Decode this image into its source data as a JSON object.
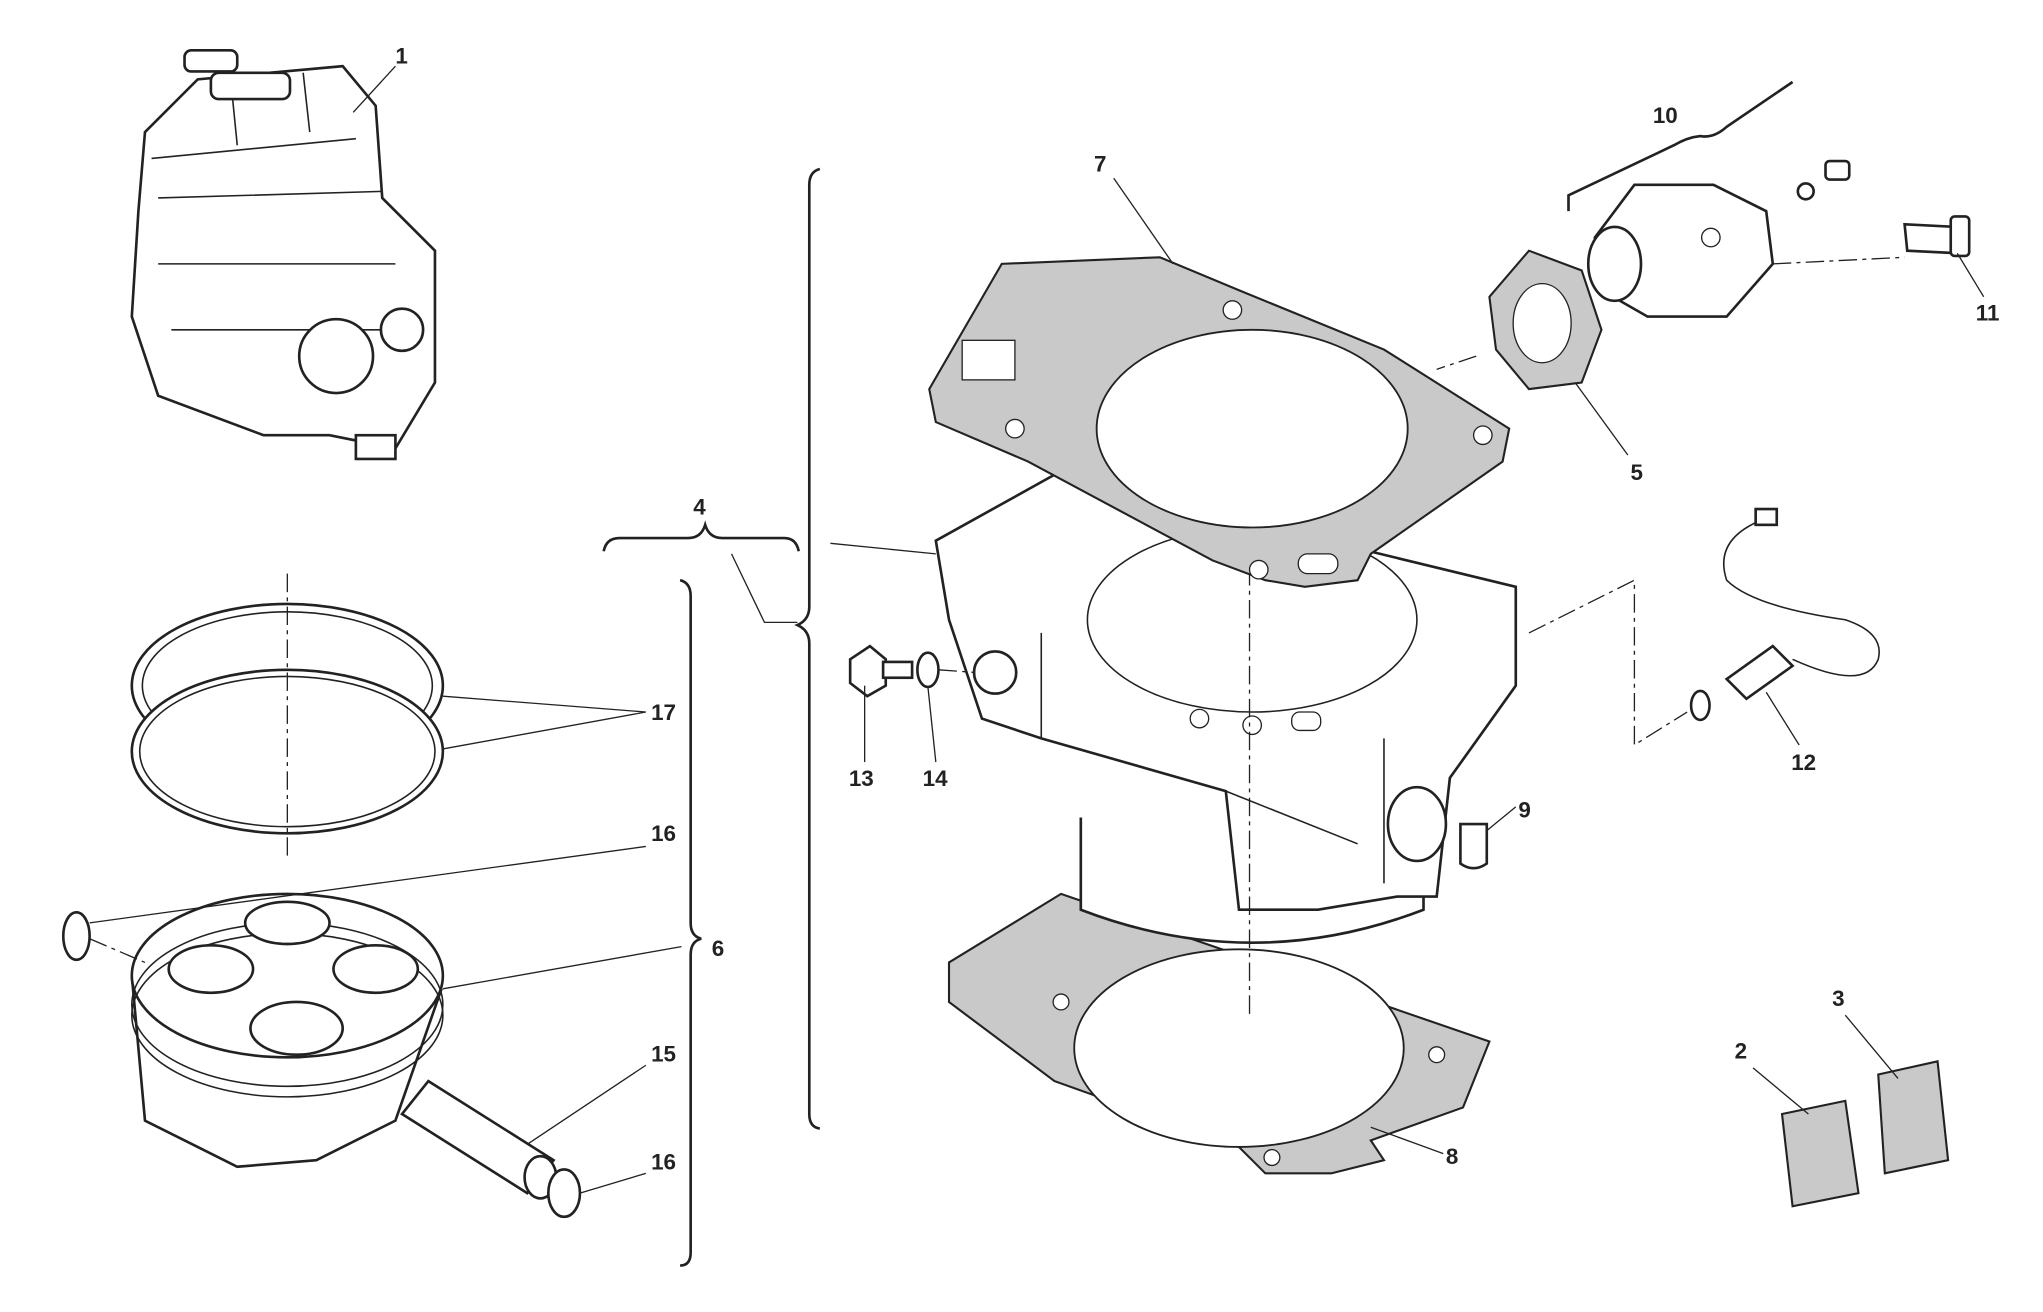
{
  "diagram": {
    "title": "Cylinder / piston exploded parts diagram",
    "callouts": [
      "1",
      "2",
      "3",
      "4",
      "5",
      "6",
      "7",
      "8",
      "9",
      "10",
      "11",
      "12",
      "13",
      "14",
      "15",
      "16",
      "16",
      "17"
    ]
  }
}
